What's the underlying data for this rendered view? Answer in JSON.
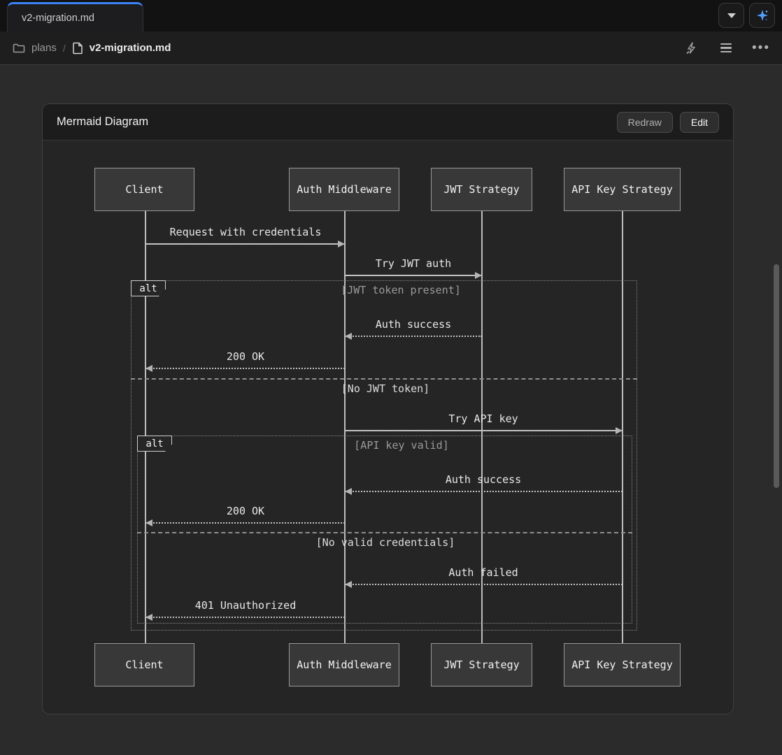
{
  "window": {
    "tab": {
      "title": "v2-migration.md"
    },
    "breadcrumb": {
      "folder_label": "plans",
      "separator": "/",
      "file_label": "v2-migration.md"
    },
    "icons": {
      "tab_dropdown": "chevron-down",
      "tab_ai": "sparkle",
      "breadcrumb_folder": "folder",
      "breadcrumb_file": "file",
      "toolbar": [
        "zap",
        "list",
        "ellipsis"
      ]
    }
  },
  "panel": {
    "title": "Mermaid Diagram",
    "redraw_label": "Redraw",
    "edit_label": "Edit"
  },
  "diagram": {
    "type": "mermaid-sequence",
    "actors": [
      "Client",
      "Auth Middleware",
      "JWT Strategy",
      "API Key Strategy"
    ],
    "messages": [
      {
        "text": "Request with credentials",
        "from": "Client",
        "to": "Auth Middleware",
        "style": "solid"
      },
      {
        "text": "Try JWT auth",
        "from": "Auth Middleware",
        "to": "JWT Strategy",
        "style": "solid"
      },
      {
        "text": "Auth success",
        "from": "JWT Strategy",
        "to": "Auth Middleware",
        "style": "dashed"
      },
      {
        "text": "200 OK",
        "from": "Auth Middleware",
        "to": "Client",
        "style": "dashed"
      },
      {
        "text": "Try API key",
        "from": "Auth Middleware",
        "to": "API Key Strategy",
        "style": "solid"
      },
      {
        "text": "Auth success",
        "from": "API Key Strategy",
        "to": "Auth Middleware",
        "style": "dashed"
      },
      {
        "text": "200 OK",
        "from": "Auth Middleware",
        "to": "Client",
        "style": "dashed"
      },
      {
        "text": "Auth failed",
        "from": "API Key Strategy",
        "to": "Auth Middleware",
        "style": "dashed"
      },
      {
        "text": "401 Unauthorized",
        "from": "Auth Middleware",
        "to": "Client",
        "style": "dashed"
      }
    ],
    "frames": [
      {
        "label": "alt",
        "conditions": [
          "[JWT token present]",
          "[No JWT token]"
        ]
      },
      {
        "label": "alt",
        "conditions": [
          "[API key valid]",
          "[No valid credentials]"
        ]
      }
    ]
  },
  "colors": {
    "accent_blue": "#3b82f6",
    "sparkle_blue": "#4fa0ff",
    "page_bg": "#2b2b2b",
    "panel_bg": "#252525",
    "header_bg": "#1c1c1c",
    "actor_fill": "#383838",
    "line_gray": "#c2c2c2"
  }
}
